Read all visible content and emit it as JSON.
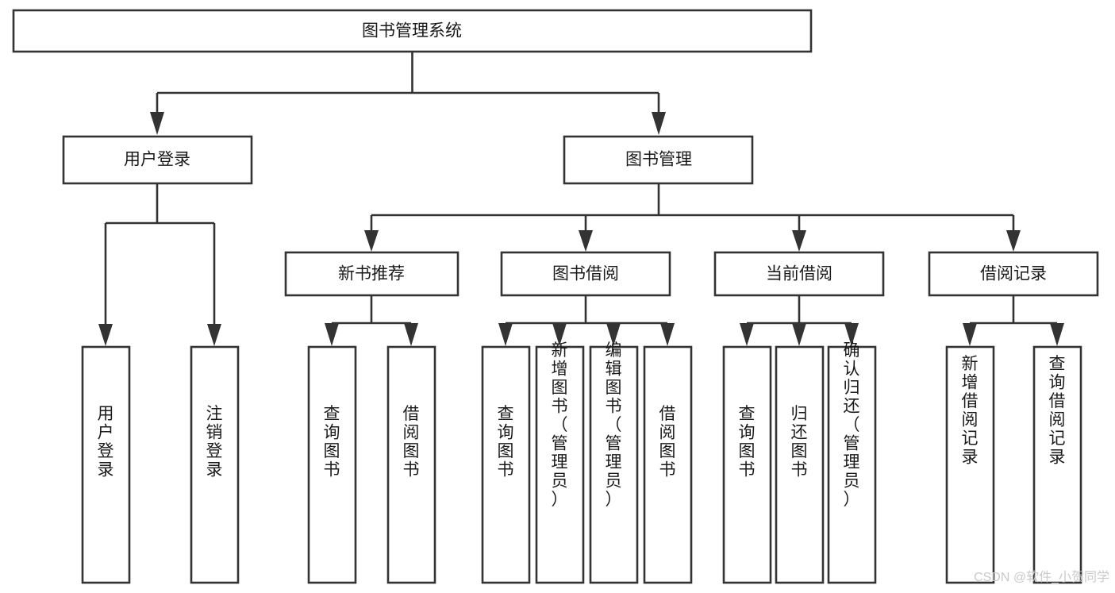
{
  "diagram": {
    "title": "图书管理系统",
    "type": "tree-hierarchy-diagram",
    "orientation": "top-down",
    "colors": {
      "box_stroke": "#333333",
      "box_fill": "#ffffff",
      "connector": "#333333",
      "text": "#1a1a1a",
      "watermark": "#c9c9c9",
      "background": "#ffffff"
    },
    "root": {
      "label": "图书管理系统"
    },
    "level2": [
      {
        "label": "用户登录"
      },
      {
        "label": "图书管理"
      }
    ],
    "level3": [
      {
        "label": "新书推荐"
      },
      {
        "label": "图书借阅"
      },
      {
        "label": "当前借阅"
      },
      {
        "label": "借阅记录"
      }
    ],
    "leaves": {
      "user_login": [
        {
          "label": "用户登录"
        },
        {
          "label": "注销登录"
        }
      ],
      "new_book_recommend": [
        {
          "label": "查询图书"
        },
        {
          "label": "借阅图书"
        }
      ],
      "book_borrow": [
        {
          "label": "查询图书"
        },
        {
          "label": "新增图书（管理员）"
        },
        {
          "label": "编辑图书（管理员）"
        },
        {
          "label": "借阅图书"
        }
      ],
      "current_borrow": [
        {
          "label": "查询图书"
        },
        {
          "label": "归还图书"
        },
        {
          "label": "确认归还（管理员）"
        }
      ],
      "borrow_record": [
        {
          "label": "新增借阅记录"
        },
        {
          "label": "查询借阅记录"
        }
      ]
    },
    "watermark": "CSDN @软件_小贺同学"
  }
}
